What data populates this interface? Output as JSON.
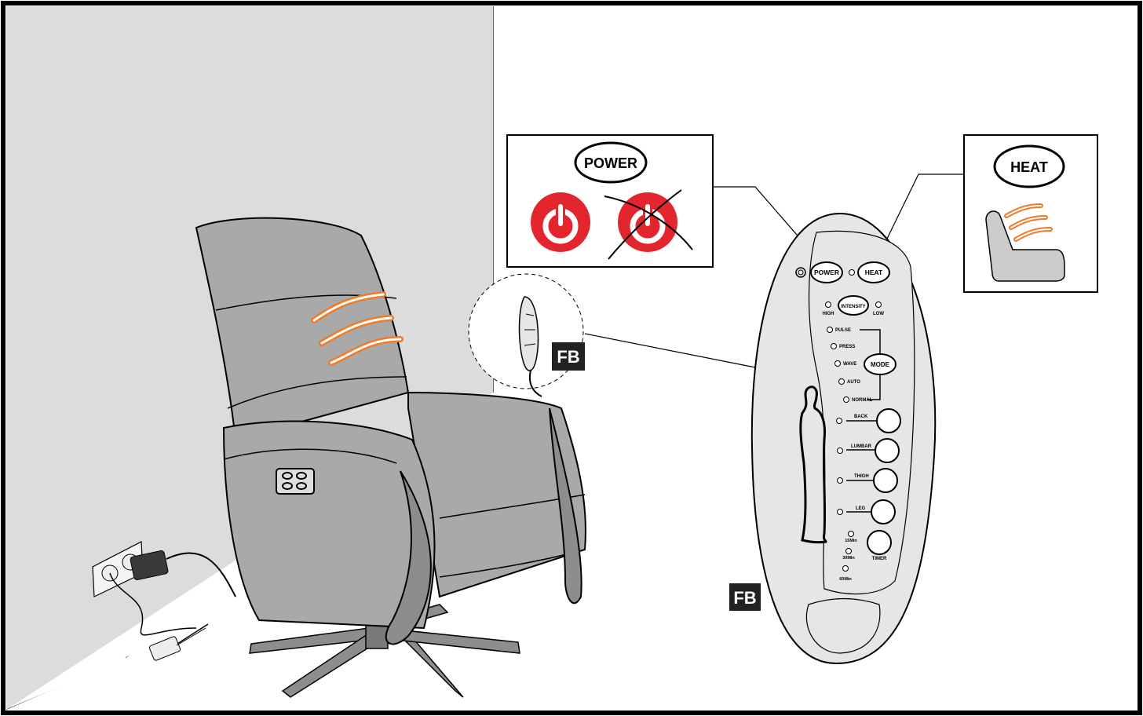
{
  "power_callout": {
    "label": "POWER",
    "on_icon": "power-on-icon",
    "off_icon": "power-off-crossed-icon",
    "color": "#e3262e"
  },
  "heat_callout": {
    "label": "HEAT",
    "icon": "heated-seat-icon",
    "wave_color": "#f07a28"
  },
  "remote": {
    "tag": "FB",
    "thumb_tag": "FB",
    "power": "POWER",
    "heat": "HEAT",
    "intensity": "INTENSITY",
    "high": "HIGH",
    "low": "LOW",
    "mode": "MODE",
    "modes": [
      "PULSE",
      "PRESS",
      "WAVE",
      "AUTO",
      "NORMAL"
    ],
    "zones": [
      "BACK",
      "LUMBAR",
      "THIGH",
      "LEG"
    ],
    "timer": "TIMER",
    "timer_options": [
      "15Min",
      "30Min",
      "60Min"
    ]
  },
  "colors": {
    "wall": "#dcdcdc",
    "chair": "#a9a9a9",
    "chair_dark": "#8d8d8d",
    "remote": "#e6e6e6",
    "heat": "#f07a28"
  }
}
